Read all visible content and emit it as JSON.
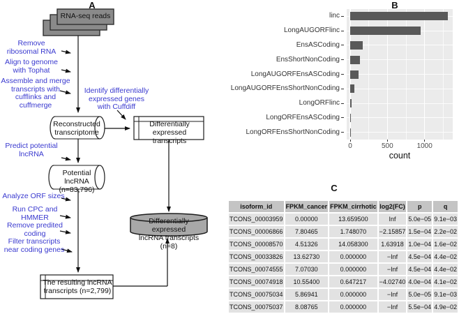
{
  "figure": {
    "panel_a_label": "A",
    "panel_b_label": "B",
    "panel_c_label": "C"
  },
  "flowchart": {
    "stack_title": "RNA-seq reads",
    "step_color": "#3939cf",
    "steps": [
      "Remove\nribosomal RNA",
      "Align to genome\nwith Tophat",
      "Assemble and merge\ntranscripts with\ncufflinks and cuffmerge",
      "Identify differentially\nexpressed genes\nwith Cuffdiff",
      "Predict potential\nlncRNA",
      "Analyze ORF sizes",
      "Run CPC and\nHMMER",
      "Remove predited\ncoding",
      "Filter transcripts\nnear coding genes"
    ],
    "nodes": {
      "reconstructed": "Reconstructed\ntranscriptome",
      "diff_transcripts": "Differentially\nexpressed transcripts",
      "potential_lncrna": "Potential lncRNA\n(n=83,796)",
      "resulting_lncrna": "The resulting lncRNA\ntranscripts (n=2,799)",
      "diff_lncrna": "Differentially expressed\nlncRNA transcripts (n=8)"
    }
  },
  "chart_data": {
    "type": "bar",
    "orientation": "horizontal",
    "title": "",
    "xlabel": "count",
    "ylabel": "",
    "categories": [
      "linc",
      "LongAUGORFlinc",
      "EnsASCoding",
      "EnsShortNonCoding",
      "LongAUGORFEnsASCoding",
      "LongAUGORFEnsShortNonCoding",
      "LongORFlinc",
      "LongORFEnsASCoding",
      "LongORFEnsShortNonCoding"
    ],
    "values": [
      1310,
      950,
      165,
      135,
      110,
      60,
      20,
      5,
      5
    ],
    "x_ticks": [
      0,
      500,
      1000
    ],
    "x_minor_ticks": [
      250,
      750,
      1250
    ],
    "xlim": [
      0,
      1400
    ],
    "grid": true,
    "legend": "none",
    "bar_color": "#595959",
    "panel_bg": "#ebebeb"
  },
  "table": {
    "headers": [
      "isoform_id",
      "FPKM_cancer",
      "FPKM_cirrhotic",
      "log2(FC)",
      "p",
      "q"
    ],
    "rows": [
      [
        "TCONS_00003959",
        "0.00000",
        "13.659500",
        "Inf",
        "5.0e−05",
        "9.1e−03"
      ],
      [
        "TCONS_00006866",
        "7.80465",
        "1.748070",
        "−2.15857",
        "1.5e−04",
        "2.2e−02"
      ],
      [
        "TCONS_00008570",
        "4.51326",
        "14.058300",
        "1.63918",
        "1.0e−04",
        "1.6e−02"
      ],
      [
        "TCONS_00033826",
        "13.62730",
        "0.000000",
        "−Inf",
        "4.5e−04",
        "4.4e−02"
      ],
      [
        "TCONS_00074555",
        "7.07030",
        "0.000000",
        "−Inf",
        "4.5e−04",
        "4.4e−02"
      ],
      [
        "TCONS_00074918",
        "10.55400",
        "0.647217",
        "−4.02740",
        "4.0e−04",
        "4.1e−02"
      ],
      [
        "TCONS_00075034",
        "5.86941",
        "0.000000",
        "−Inf",
        "5.0e−05",
        "9.1e−03"
      ],
      [
        "TCONS_00075037",
        "8.08765",
        "0.000000",
        "−Inf",
        "5.5e−04",
        "4.9e−02"
      ]
    ]
  }
}
